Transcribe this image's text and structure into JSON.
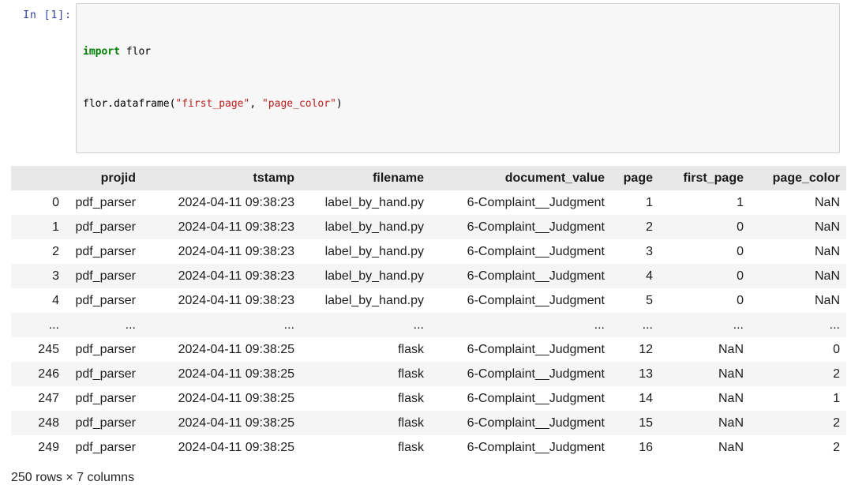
{
  "cell": {
    "prompt": "In [1]:",
    "code": {
      "line1": {
        "keyword": "import",
        "rest": " flor"
      },
      "line2": {
        "pre": "flor.dataframe(",
        "arg1": "\"first_page\"",
        "sep": ", ",
        "arg2": "\"page_color\"",
        "post": ")"
      }
    }
  },
  "output": {
    "table": {
      "index_header": "",
      "columns": [
        "projid",
        "tstamp",
        "filename",
        "document_value",
        "page",
        "first_page",
        "page_color"
      ],
      "rows": [
        {
          "index": "0",
          "values": [
            "pdf_parser",
            "2024-04-11 09:38:23",
            "label_by_hand.py",
            "6-Complaint__Judgment",
            "1",
            "1",
            "NaN"
          ]
        },
        {
          "index": "1",
          "values": [
            "pdf_parser",
            "2024-04-11 09:38:23",
            "label_by_hand.py",
            "6-Complaint__Judgment",
            "2",
            "0",
            "NaN"
          ]
        },
        {
          "index": "2",
          "values": [
            "pdf_parser",
            "2024-04-11 09:38:23",
            "label_by_hand.py",
            "6-Complaint__Judgment",
            "3",
            "0",
            "NaN"
          ]
        },
        {
          "index": "3",
          "values": [
            "pdf_parser",
            "2024-04-11 09:38:23",
            "label_by_hand.py",
            "6-Complaint__Judgment",
            "4",
            "0",
            "NaN"
          ]
        },
        {
          "index": "4",
          "values": [
            "pdf_parser",
            "2024-04-11 09:38:23",
            "label_by_hand.py",
            "6-Complaint__Judgment",
            "5",
            "0",
            "NaN"
          ]
        },
        {
          "index": "...",
          "values": [
            "...",
            "...",
            "...",
            "...",
            "...",
            "...",
            "..."
          ]
        },
        {
          "index": "245",
          "values": [
            "pdf_parser",
            "2024-04-11 09:38:25",
            "flask",
            "6-Complaint__Judgment",
            "12",
            "NaN",
            "0"
          ]
        },
        {
          "index": "246",
          "values": [
            "pdf_parser",
            "2024-04-11 09:38:25",
            "flask",
            "6-Complaint__Judgment",
            "13",
            "NaN",
            "2"
          ]
        },
        {
          "index": "247",
          "values": [
            "pdf_parser",
            "2024-04-11 09:38:25",
            "flask",
            "6-Complaint__Judgment",
            "14",
            "NaN",
            "1"
          ]
        },
        {
          "index": "248",
          "values": [
            "pdf_parser",
            "2024-04-11 09:38:25",
            "flask",
            "6-Complaint__Judgment",
            "15",
            "NaN",
            "2"
          ]
        },
        {
          "index": "249",
          "values": [
            "pdf_parser",
            "2024-04-11 09:38:25",
            "flask",
            "6-Complaint__Judgment",
            "16",
            "NaN",
            "2"
          ]
        }
      ],
      "summary": "250 rows × 7 columns"
    }
  },
  "colors": {
    "prompt_blue": "#303F9F",
    "keyword_green": "#008000",
    "string_red": "#BA2121",
    "input_bg": "#f7f7f7",
    "input_border": "#cfcfcf",
    "header_bg": "#e8e8e8",
    "stripe_bg": "#f5f5f5",
    "text": "#1c1c1c"
  }
}
